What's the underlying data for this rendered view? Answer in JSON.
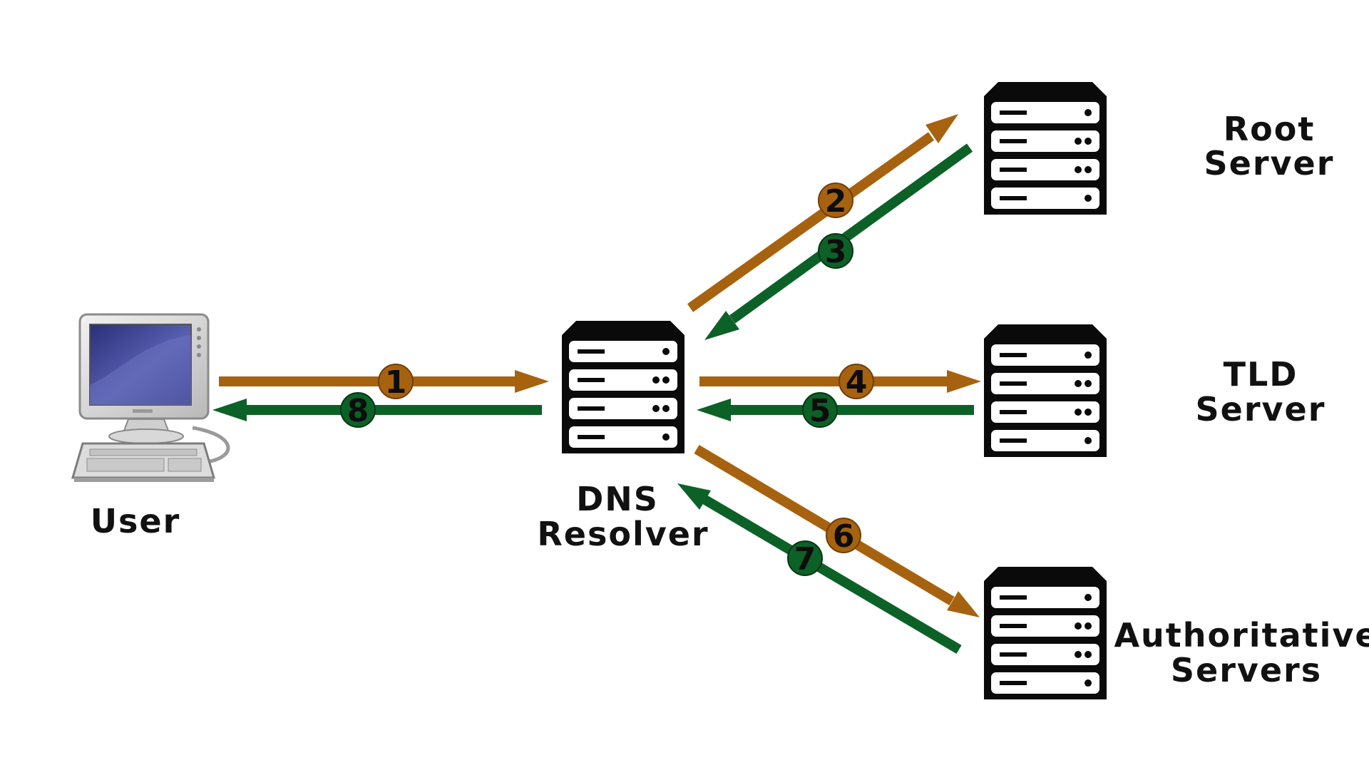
{
  "nodes": {
    "user": {
      "lines": [
        "User"
      ]
    },
    "resolver": {
      "lines": [
        "DNS",
        "Resolver"
      ]
    },
    "root": {
      "lines": [
        "Root",
        "Server"
      ]
    },
    "tld": {
      "lines": [
        "TLD",
        "Server"
      ]
    },
    "auth": {
      "lines": [
        "Authoritative",
        "Servers"
      ]
    }
  },
  "steps": [
    "1",
    "2",
    "3",
    "4",
    "5",
    "6",
    "7",
    "8"
  ],
  "colors": {
    "request": "#a7620f",
    "response": "#0c6127",
    "server": "#0a0a0a",
    "text": "#111111"
  },
  "icons": {
    "computer": "desktop-computer-icon",
    "server": "server-rack-icon"
  }
}
